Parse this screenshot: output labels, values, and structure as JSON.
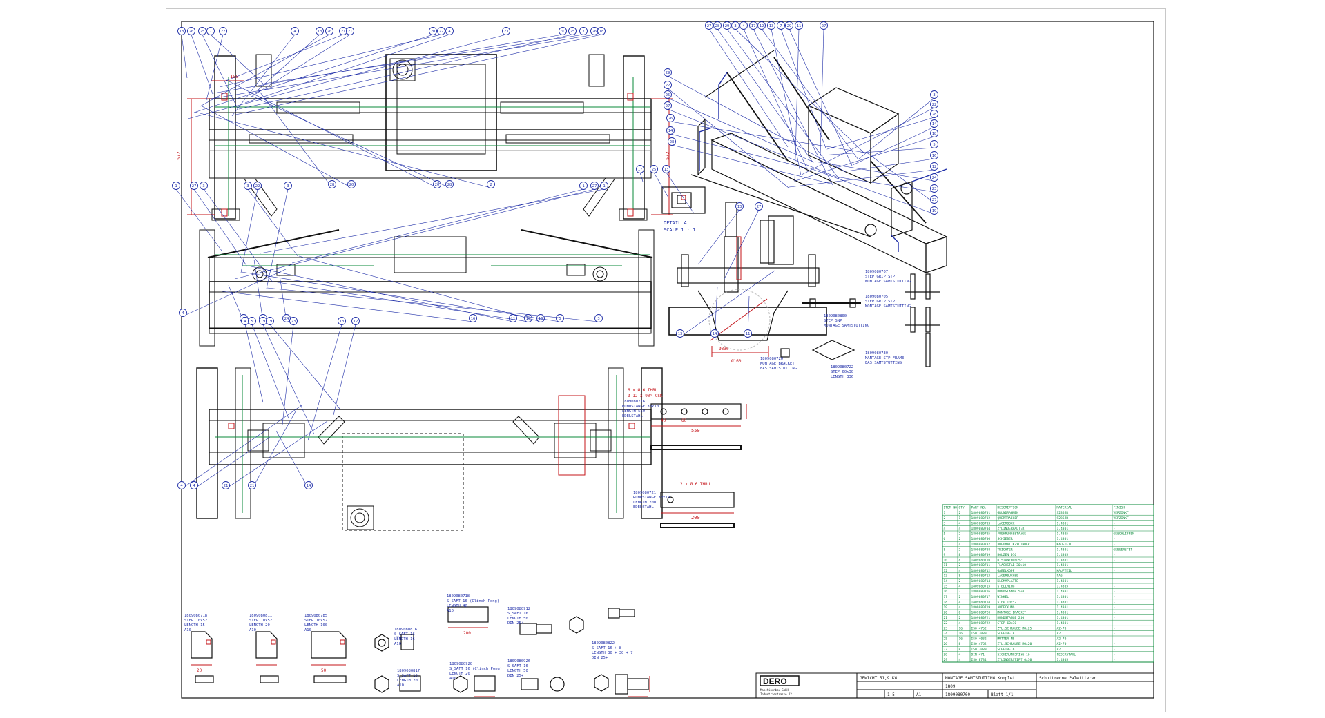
{
  "balloons": {
    "top_view": [
      "18",
      "26",
      "25",
      "7",
      "22",
      "4",
      "13",
      "20",
      "21",
      "21",
      "20",
      "22",
      "4",
      "23",
      "9",
      "25",
      "7",
      "26",
      "18",
      "28",
      "20",
      "20",
      "28",
      "2"
    ],
    "side_view": [
      "1",
      "27",
      "3",
      "3",
      "22",
      "3",
      "1",
      "27",
      "1",
      "4",
      "2",
      "3",
      "24",
      "16",
      "11",
      "10",
      "13",
      "5",
      "3"
    ],
    "bottom_view": [
      "4",
      "5",
      "19",
      "19",
      "23",
      "13",
      "12",
      "14",
      "4",
      "21",
      "4",
      "21"
    ],
    "iso_view": [
      "27",
      "28",
      "29",
      "3",
      "4",
      "17",
      "12",
      "13",
      "7",
      "29",
      "11",
      "27",
      "29",
      "22",
      "25",
      "27",
      "26",
      "14",
      "28",
      "3",
      "22",
      "28",
      "14",
      "18",
      "5",
      "16",
      "12",
      "24",
      "23",
      "27",
      "19"
    ],
    "section_view": [
      "13",
      "27",
      "11",
      "13",
      "14"
    ],
    "detail_view": [
      "17",
      "25",
      "13"
    ]
  },
  "detail_label": "DETAIL A",
  "detail_scale": "SCALE 1 : 1",
  "dims": {
    "d1": "100",
    "d2": "572",
    "d3": "572",
    "d4": "550",
    "d5": "200",
    "d6": "60",
    "d7": "40",
    "d8": "20",
    "d9": "50",
    "d10": "200",
    "section_d1": "Ø330",
    "section_d2": "Ø160"
  },
  "part_notes": [
    {
      "id": "1809080718",
      "lines": [
        "STEP 10x52",
        "LENGTH 15",
        "A10"
      ]
    },
    {
      "id": "1809080811",
      "lines": [
        "STEP 10x52",
        "LENGTH 20",
        "A10"
      ]
    },
    {
      "id": "1809080785",
      "lines": [
        "STEP 10x52",
        "LENGTH 100",
        "A10"
      ]
    },
    {
      "id": "1809080816",
      "lines": [
        "S_SAFT 16",
        "LENGTH 16",
        "A10"
      ]
    },
    {
      "id": "1809080817",
      "lines": [
        "S_SAFT 16",
        "LENGTH 20",
        "A10"
      ]
    },
    {
      "id": "1809080718",
      "lines": [
        "S_SAFT 16 (Clinch Pong)",
        "LENGTH 40",
        "A10"
      ]
    },
    {
      "id": "1809080920",
      "lines": [
        "S_SAFT 16 (Clinch Pong)",
        "LENGTH 20",
        "A10"
      ]
    },
    {
      "id": "1809080912",
      "lines": [
        "S_SAFT 16",
        "LENGTH 50",
        "DIN 25+"
      ]
    },
    {
      "id": "1809080926",
      "lines": [
        "S_SAFT 16",
        "LENGTH 50",
        "DIN 25+"
      ]
    },
    {
      "id": "1809080822",
      "lines": [
        "S_SAFT 16 + 8",
        "LENGTH 30 + 30 + 7",
        "DIN 25+"
      ]
    }
  ],
  "assy_notes": [
    {
      "lines": [
        "1809080707",
        "STEP GRIP STP",
        "MONTAGE SAMTSTUTTING"
      ]
    },
    {
      "lines": [
        "1809080705",
        "STEP GRIP STP",
        "MONTAGE SAMTSTUTTING"
      ]
    },
    {
      "lines": [
        "1809080800",
        "STEP SNP",
        "MONTAGE SAMTSTUTTING"
      ]
    },
    {
      "lines": [
        "1809080720",
        "MONTAGE BRACKET",
        "EAS SAMTSTUTTING"
      ]
    },
    {
      "lines": [
        "1809080722",
        "STEP 60x30",
        "LENGTH 336"
      ]
    },
    {
      "lines": [
        "1809080730",
        "MANTAGE STP FRAME",
        "EAS SAMTSTUTTING"
      ]
    }
  ],
  "flat_notes": [
    {
      "lines": [
        "1809080716",
        "RUNDSTANGE 30x10",
        "LENGTH 550",
        "EDELSTAHL"
      ]
    },
    {
      "lines": [
        "1809080721",
        "RUNDSTANGE 30x10",
        "LENGTH 200",
        "EDELSTAHL"
      ]
    }
  ],
  "hole_notes": [
    "6 x Ø 6 THRU",
    "Ø 12 x 90° CSK",
    "2 x Ø 6 THRU"
  ],
  "bom": {
    "headers": [
      "ITEM NO.",
      "QTY",
      "PART NO.",
      "DESCRIPTION",
      "MATERIAL",
      "FINISH"
    ],
    "rows": [
      [
        "1",
        "2",
        "1809080701",
        "GRUNDRAHMEN",
        "S235JR",
        "VERZINKT"
      ],
      [
        "2",
        "1",
        "1809080702",
        "QUERTRAEGER",
        "S235JR",
        "VERZINKT"
      ],
      [
        "3",
        "4",
        "1809080703",
        "LAGERBOCK",
        "1.4301",
        "-"
      ],
      [
        "4",
        "4",
        "1809080704",
        "ZYLINDERHALTER",
        "1.4301",
        "-"
      ],
      [
        "5",
        "2",
        "1809080705",
        "FUEHRUNGSSTANGE",
        "1.4305",
        "GESCHLIFFEN"
      ],
      [
        "6",
        "2",
        "1809080706",
        "SCHIEBER",
        "1.4301",
        "-"
      ],
      [
        "7",
        "4",
        "1809080707",
        "PNEUMATIKZYLINDER",
        "KAUFTEIL",
        "-"
      ],
      [
        "8",
        "2",
        "1809080708",
        "TRICHTER",
        "1.4301",
        "GEBUERSTET"
      ],
      [
        "9",
        "8",
        "1809080709",
        "BOLZEN D16",
        "1.4305",
        "-"
      ],
      [
        "10",
        "8",
        "1809080710",
        "DISTANZHUELSE",
        "1.4301",
        "-"
      ],
      [
        "11",
        "2",
        "1809080711",
        "FLACHSTAB 30x10",
        "1.4301",
        "-"
      ],
      [
        "12",
        "4",
        "1809080712",
        "GABELKOPF",
        "KAUFTEIL",
        "-"
      ],
      [
        "13",
        "8",
        "1809080713",
        "LAGERBUCHSE",
        "PA6",
        "-"
      ],
      [
        "14",
        "2",
        "1809080714",
        "KLEMMPLATTE",
        "1.4301",
        "-"
      ],
      [
        "15",
        "4",
        "1809080715",
        "STELLRING",
        "1.4305",
        "-"
      ],
      [
        "16",
        "2",
        "1809080716",
        "RUNDSTANGE 550",
        "1.4301",
        "-"
      ],
      [
        "17",
        "2",
        "1809080717",
        "WINKEL",
        "1.4301",
        "-"
      ],
      [
        "18",
        "4",
        "1809080718",
        "STEP 10x52",
        "1.4301",
        "-"
      ],
      [
        "19",
        "4",
        "1809080719",
        "ABDECKUNG",
        "1.4301",
        "-"
      ],
      [
        "20",
        "8",
        "1809080720",
        "MONTAGE BRACKET",
        "1.4301",
        "-"
      ],
      [
        "21",
        "2",
        "1809080721",
        "RUNDSTANGE 200",
        "1.4301",
        "-"
      ],
      [
        "22",
        "4",
        "1809080722",
        "STEP 60x30",
        "1.4301",
        "-"
      ],
      [
        "23",
        "16",
        "ISO 4762",
        "ZYL.SCHRAUBE M8x25",
        "A2-70",
        "-"
      ],
      [
        "24",
        "16",
        "ISO 7089",
        "SCHEIBE 8",
        "A2",
        "-"
      ],
      [
        "25",
        "16",
        "ISO 4032",
        "MUTTER M8",
        "A2-70",
        "-"
      ],
      [
        "26",
        "8",
        "ISO 4762",
        "ZYL.SCHRAUBE M6x20",
        "A2-70",
        "-"
      ],
      [
        "27",
        "8",
        "ISO 7089",
        "SCHEIBE 6",
        "A2",
        "-"
      ],
      [
        "28",
        "4",
        "DIN 471",
        "SICHERUNGSRING 16",
        "FEDERSTAHL",
        "-"
      ],
      [
        "29",
        "4",
        "ISO 8734",
        "ZYLINDERSTIFT 6x30",
        "1.4305",
        "-"
      ]
    ]
  },
  "title_block": {
    "logo": "DERO",
    "company_lines": [
      "Maschinenbau GmbH",
      "Industriestrasse 12"
    ],
    "field_a": "GEWICHT 51,9 KG",
    "title": "MONTAGE SAMTSTUTTING Komplett",
    "project": "Schuttrenne Palettieren",
    "rev_field": "1809",
    "sheet": "Blatt 1/1",
    "drawing_no": "1809080700",
    "scale": "1:5",
    "format": "A1"
  },
  "colors": {
    "blue": "#1f2ea8",
    "red": "#c4141a",
    "green": "#0a8a3a",
    "line": "#111111"
  }
}
